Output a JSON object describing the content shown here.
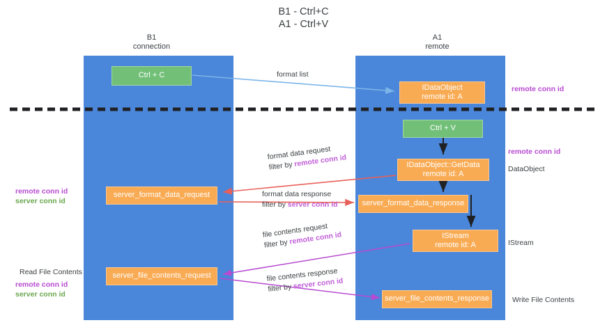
{
  "title": {
    "line1": "B1 - Ctrl+C",
    "line2": "A1 - Ctrl+V"
  },
  "lanes": [
    {
      "id": "b1",
      "name": "B1",
      "role": "connection"
    },
    {
      "id": "a1",
      "name": "A1",
      "role": "remote"
    }
  ],
  "nodes": {
    "ctrl_c": {
      "label": "Ctrl + C",
      "color": "#72c078"
    },
    "idataobject": {
      "line1": "IDataObject",
      "line2": "remote id: A",
      "color": "#f9ab54"
    },
    "ctrl_v": {
      "label": "Ctrl + V",
      "color": "#72c078"
    },
    "getdata": {
      "line1": "IDataObject::GetData",
      "line2": "remote id: A",
      "color": "#f9ab54"
    },
    "server_format_data_request": {
      "label": "server_format_data_request",
      "color": "#f9ab54"
    },
    "server_format_data_response": {
      "label": "server_format_data_response",
      "color": "#f9ab54"
    },
    "istream": {
      "line1": "IStream",
      "line2": "remote id: A",
      "color": "#f9ab54"
    },
    "server_file_contents_request": {
      "label": "server_file_contents_request",
      "color": "#f9ab54"
    },
    "server_file_contents_response": {
      "label": "server_file_contents_response",
      "color": "#f9ab54"
    }
  },
  "edges": {
    "format_list": {
      "label": "format list"
    },
    "format_data_request": {
      "line1": "format data request",
      "filter_prefix": "filter by ",
      "filter_key": "remote conn id"
    },
    "format_data_response": {
      "line1": "format data response",
      "filter_prefix": "filter by ",
      "filter_key": "server conn id"
    },
    "file_contents_request": {
      "line1": "file contents request",
      "filter_prefix": "filter by ",
      "filter_key": "remote conn id"
    },
    "file_contents_response": {
      "line1": "file contents response",
      "filter_prefix": "filter by ",
      "filter_key": "server conn id"
    }
  },
  "annotations": {
    "right_remote_conn_id_top": "remote conn id",
    "right_remote_conn_id_mid": "remote conn id",
    "right_dataobject": "DataObject",
    "right_istream": "IStream",
    "right_write_file_contents": "Write File Contents",
    "left_remote_conn_id_top": "remote conn id",
    "left_server_conn_id_top": "server conn id",
    "left_read_file_contents": "Read File Contents",
    "left_remote_conn_id_bottom": "remote conn id",
    "left_server_conn_id_bottom": "server conn id"
  },
  "colors": {
    "lane": "#4a86d9",
    "green_node": "#72c078",
    "orange_node": "#f9ab54",
    "remote_conn_id": "#b74ad0",
    "server_conn_id": "#6aa84f",
    "arrow_blue": "#7cb5e8",
    "arrow_red": "#e8605a",
    "arrow_magenta": "#b74ad0",
    "arrow_black": "#202124",
    "divider": "#202124"
  }
}
